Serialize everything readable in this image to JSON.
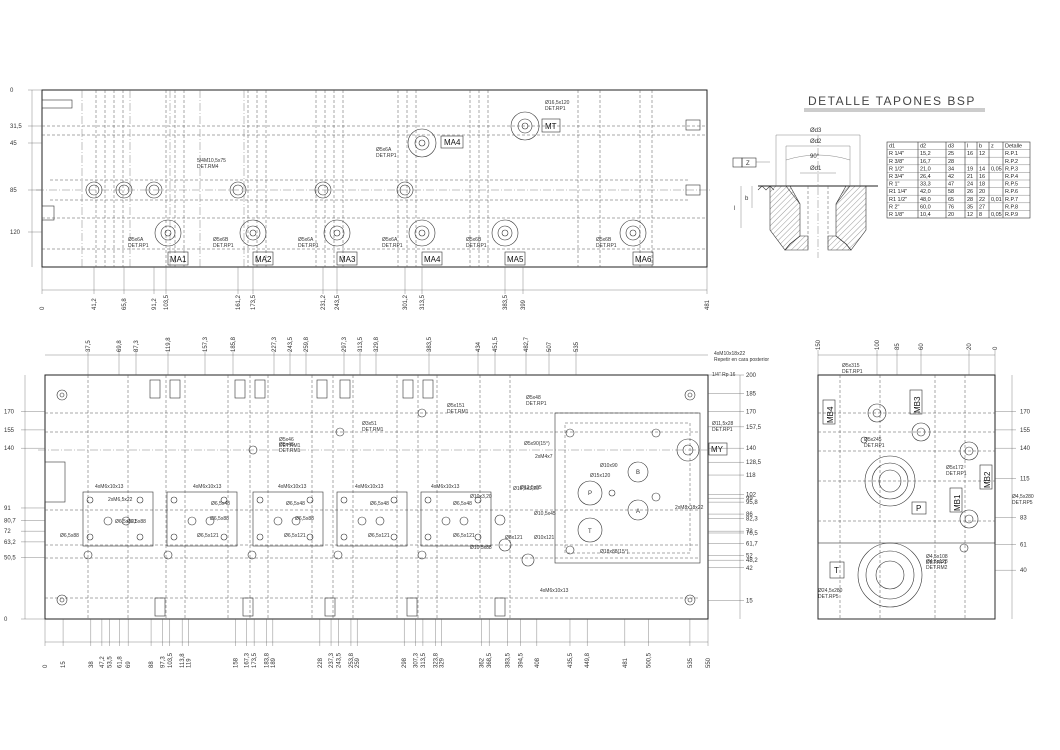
{
  "detail": {
    "title": "DETALLE TAPONES BSP",
    "labels": {
      "d3": "Ød3",
      "d2": "Ød2",
      "d1": "Ød1",
      "angle": "90°",
      "z": "Z",
      "l": "l",
      "b": "b"
    },
    "table": {
      "headers": [
        "d1",
        "d2",
        "d3",
        "l",
        "b",
        "z",
        "Detalle"
      ],
      "rows": [
        [
          "R 1/4\"",
          "15,2",
          "25",
          "16",
          "12",
          "",
          "R.P.1"
        ],
        [
          "R 3/8\"",
          "16,7",
          "28",
          "",
          "",
          "",
          "R.P.2"
        ],
        [
          "R 1/2\"",
          "21,0",
          "34",
          "19",
          "14",
          "0,05",
          "R.P.3"
        ],
        [
          "R 3/4\"",
          "26,4",
          "42",
          "21",
          "16",
          "",
          "R.P.4"
        ],
        [
          "R 1\"",
          "33,3",
          "47",
          "24",
          "18",
          "",
          "R.P.5"
        ],
        [
          "R1 1/4\"",
          "42,0",
          "58",
          "26",
          "20",
          "",
          "R.P.6"
        ],
        [
          "R1 1/2\"",
          "48,0",
          "65",
          "28",
          "22",
          "0,01",
          "R.P.7"
        ],
        [
          "R 2\"",
          "60,0",
          "76",
          "35",
          "27",
          "",
          "R.P.8"
        ],
        [
          "R 1/8\"",
          "10,4",
          "20",
          "12",
          "8",
          "0,05",
          "R.P.9"
        ]
      ]
    }
  },
  "top_view": {
    "ports": [
      "MA1",
      "MA2",
      "MA3",
      "MA4",
      "MA5",
      "MA6",
      "MA4",
      "MT"
    ],
    "y_dims": [
      "0",
      "31,5",
      "45",
      "85",
      "120"
    ],
    "x_dims": [
      "0",
      "41,2",
      "65,8",
      "91,2",
      "103,5",
      "161,2",
      "173,5",
      "231,2",
      "243,5",
      "301,2",
      "313,5",
      "383,5",
      "399",
      "481"
    ],
    "notes": [
      "Ø16,5x120\nDET.RP1",
      "Ø5x6A\nDET.RP1",
      "5/4M10,5x75\nDET.RM4",
      "Ø5x6A\nDET.RP1",
      "Ø5x6B\nDET.RP1",
      "Ø5x6A\nDET.RP1",
      "Ø5x6A\nDET.RP1",
      "Ø5x6B\nDET.RP1",
      "Ø5x6B\nDET.RP1"
    ]
  },
  "front_view": {
    "ports": [
      "MY"
    ],
    "top_dims": [
      "37,5",
      "69,8",
      "87,3",
      "119,8",
      "157,3",
      "185,8",
      "227,3",
      "243,5",
      "259,8",
      "297,3",
      "313,5",
      "329,8",
      "383,5",
      "434",
      "451,5",
      "482,7",
      "507",
      "535"
    ],
    "bottom_dims": [
      "0",
      "15",
      "38",
      "47,2",
      "53,5",
      "61,8",
      "69",
      "88",
      "97,3",
      "103,5",
      "113,8",
      "119",
      "158",
      "167,3",
      "173,5",
      "183,8",
      "189",
      "228",
      "237,3",
      "243,5",
      "253,8",
      "259",
      "298",
      "307,3",
      "313,5",
      "323,8",
      "329",
      "362",
      "368,5",
      "383,5",
      "394,5",
      "408",
      "435,5",
      "449,8",
      "481",
      "500,5",
      "535",
      "550"
    ],
    "left_dims": [
      "170",
      "155",
      "140",
      "91",
      "80,7",
      "72",
      "63,2",
      "50,5",
      "0"
    ],
    "right_dims": [
      "200",
      "185",
      "170",
      "157,5",
      "140",
      "128,5",
      "118",
      "102",
      "99",
      "95,8",
      "86",
      "82,3",
      "72",
      "70,5",
      "61,7",
      "52",
      "48,2",
      "42",
      "15"
    ],
    "notes": [
      "4xM10x18x22\nRepetir en cara posterior",
      "Ø11,5x28\nDET.RP1",
      "Ø5x48\nDET.RP1",
      "Ø5x151\nDET.RM1",
      "Ø3x51\nDET.RM1",
      "Ø5x46\nDET.RM1",
      "Ø5x46\nDET.RM1",
      "Ø5x90(15°)",
      "2xM4x7",
      "Ø10x90",
      "Ø15x120",
      "Ø10,5x3,20",
      "Ø10,5x45",
      "Ø10x121",
      "Ø8x121",
      "2xM8x18x22",
      "Ø10x3,20",
      "Ø18x88(15°)",
      "4xM6x10x13",
      "4xM6x10x13",
      "4xM6x10x13",
      "4xM6x10x13",
      "4xM6x10x13",
      "2xM6,5x22",
      "Ø6,5x48",
      "Ø6,5x48",
      "Ø6,5x48",
      "Ø6,5x48",
      "Ø6,5x121",
      "Ø6,5x121",
      "Ø6,5x121",
      "Ø6,5x121",
      "Ø6,5x121",
      "Ø6,5x88",
      "Ø6,5x88",
      "Ø6,5x88",
      "Ø6,5x88",
      "4xM6x10x13",
      "Ø10,5x88",
      "Ø13,5x95",
      "1/4\" Rp 16"
    ],
    "internal_letters": [
      "P",
      "B",
      "A",
      "T"
    ]
  },
  "side_view": {
    "ports": [
      "MB4",
      "MB3",
      "MB2",
      "MB1"
    ],
    "internal_letters": [
      "P",
      "T"
    ],
    "top_dims": [
      "150",
      "100",
      "85",
      "60",
      "20",
      "0"
    ],
    "right_dims": [
      "170",
      "155",
      "140",
      "115",
      "83",
      "61",
      "40"
    ],
    "notes": [
      "Ø5x315\nDET.RP1",
      "Ø5x245\nDET.RP1",
      "Ø5x172\nDET.RP1",
      "Ø4,5x280\nDET.RP5",
      "Ø4,5x108\nDET.RP1",
      "Ø4,5x128\nDET.RM2",
      "Ø24,5x280\nDET.RP5"
    ]
  }
}
